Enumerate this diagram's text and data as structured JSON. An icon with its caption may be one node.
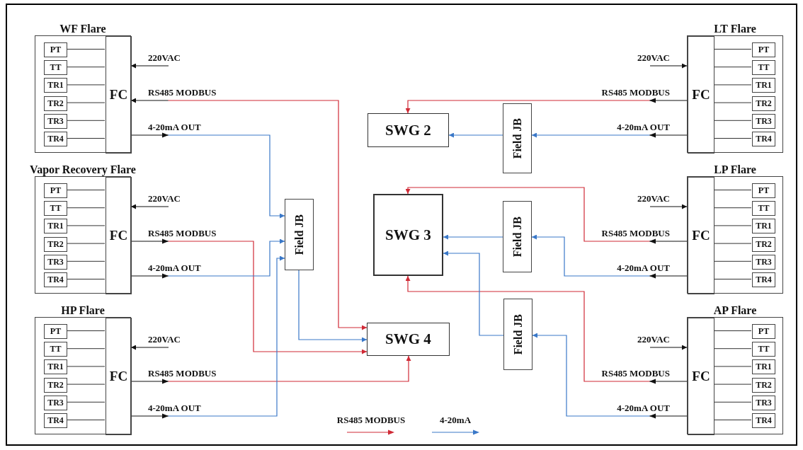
{
  "diagram": {
    "nodes": [
      {
        "text": [
          "WF Flare"
        ]
      },
      {
        "text": [
          "FC"
        ],
        "in": 0
      },
      {
        "text": [
          "PT"
        ],
        "in": 0
      },
      {
        "text": [
          "TT"
        ],
        "in": 0
      },
      {
        "text": [
          "TR1"
        ],
        "in": 0
      },
      {
        "text": [
          "TR2"
        ],
        "in": 0
      },
      {
        "text": [
          "TR3"
        ],
        "in": 0
      },
      {
        "text": [
          "TR4"
        ],
        "in": 0
      },
      {
        "text": [
          "LT Flare"
        ]
      },
      {
        "text": [
          "FC"
        ],
        "in": 8
      },
      {
        "text": [
          "PT"
        ],
        "in": 8
      },
      {
        "text": [
          "TT"
        ],
        "in": 8
      },
      {
        "text": [
          "TR1"
        ],
        "in": 8
      },
      {
        "text": [
          "TR2"
        ],
        "in": 8
      },
      {
        "text": [
          "TR3"
        ],
        "in": 8
      },
      {
        "text": [
          "TR4"
        ],
        "in": 8
      },
      {
        "text": [
          "SWG 2"
        ]
      },
      {
        "text": [
          "Field JB"
        ]
      },
      {
        "text": [
          "Vapor Recovery Flare"
        ]
      },
      {
        "text": [
          "FC"
        ],
        "in": 18
      },
      {
        "text": [
          "PT"
        ],
        "in": 18
      },
      {
        "text": [
          "TT"
        ],
        "in": 18
      },
      {
        "text": [
          "TR1"
        ],
        "in": 18
      },
      {
        "text": [
          "TR2"
        ],
        "in": 18
      },
      {
        "text": [
          "TR3"
        ],
        "in": 18
      },
      {
        "text": [
          "TR4"
        ],
        "in": 18
      },
      {
        "text": [
          "Field JB"
        ]
      },
      {
        "text": [
          "SWG 3"
        ]
      },
      {
        "text": [
          "Field JB"
        ]
      },
      {
        "text": [
          "LP Flare"
        ]
      },
      {
        "text": [
          "FC"
        ],
        "in": 29
      },
      {
        "text": [
          "PT"
        ],
        "in": 29
      },
      {
        "text": [
          "TT"
        ],
        "in": 29
      },
      {
        "text": [
          "TR1"
        ],
        "in": 29
      },
      {
        "text": [
          "TR2"
        ],
        "in": 29
      },
      {
        "text": [
          "TR3"
        ],
        "in": 29
      },
      {
        "text": [
          "TR4"
        ],
        "in": 29
      },
      {
        "text": [
          "HP Flare"
        ]
      },
      {
        "text": [
          "FC"
        ],
        "in": 37
      },
      {
        "text": [
          "PT"
        ],
        "in": 37
      },
      {
        "text": [
          "TT"
        ],
        "in": 37
      },
      {
        "text": [
          "TR1"
        ],
        "in": 37
      },
      {
        "text": [
          "TR2"
        ],
        "in": 37
      },
      {
        "text": [
          "TR3"
        ],
        "in": 37
      },
      {
        "text": [
          "TR4"
        ],
        "in": 37
      },
      {
        "text": [
          "SWG 4"
        ]
      },
      {
        "text": [
          "Field JB"
        ]
      },
      {
        "text": [
          "AP Flare"
        ]
      },
      {
        "text": [
          "FC"
        ],
        "in": 47
      },
      {
        "text": [
          "PT"
        ],
        "in": 47
      },
      {
        "text": [
          "TT"
        ],
        "in": 47
      },
      {
        "text": [
          "TR1"
        ],
        "in": 47
      },
      {
        "text": [
          "TR2"
        ],
        "in": 47
      },
      {
        "text": [
          "TR3"
        ],
        "in": 47
      },
      {
        "text": [
          "TR4"
        ],
        "in": 47
      }
    ],
    "edges": [
      {
        "from": 2,
        "to": 1,
        "arrow": "none"
      },
      {
        "from": 3,
        "to": 1,
        "arrow": "none"
      },
      {
        "from": 4,
        "to": 1,
        "arrow": "none"
      },
      {
        "from": 5,
        "to": 1,
        "arrow": "none"
      },
      {
        "from": 6,
        "to": 1,
        "arrow": "none"
      },
      {
        "from": 7,
        "to": 1,
        "arrow": "none"
      },
      {
        "from": 10,
        "to": 9,
        "arrow": "none"
      },
      {
        "from": 11,
        "to": 9,
        "arrow": "none"
      },
      {
        "from": 12,
        "to": 9,
        "arrow": "none"
      },
      {
        "from": 13,
        "to": 9,
        "arrow": "none"
      },
      {
        "from": 14,
        "to": 9,
        "arrow": "none"
      },
      {
        "from": 15,
        "to": 9,
        "arrow": "none"
      },
      {
        "from": 20,
        "to": 19,
        "arrow": "none"
      },
      {
        "from": 21,
        "to": 19,
        "arrow": "none"
      },
      {
        "from": 22,
        "to": 19,
        "arrow": "none"
      },
      {
        "from": 23,
        "to": 19,
        "arrow": "none"
      },
      {
        "from": 24,
        "to": 19,
        "arrow": "none"
      },
      {
        "from": 25,
        "to": 19,
        "arrow": "none"
      },
      {
        "from": 31,
        "to": 30,
        "arrow": "none"
      },
      {
        "from": 32,
        "to": 30,
        "arrow": "none"
      },
      {
        "from": 33,
        "to": 30,
        "arrow": "none"
      },
      {
        "from": 34,
        "to": 30,
        "arrow": "none"
      },
      {
        "from": 35,
        "to": 30,
        "arrow": "none"
      },
      {
        "from": 36,
        "to": 30,
        "arrow": "none"
      },
      {
        "from": 39,
        "to": 38,
        "arrow": "none"
      },
      {
        "from": 40,
        "to": 38,
        "arrow": "none"
      },
      {
        "from": 41,
        "to": 38,
        "arrow": "none"
      },
      {
        "from": 42,
        "to": 38,
        "arrow": "none"
      },
      {
        "from": 43,
        "to": 38,
        "arrow": "none"
      },
      {
        "from": 44,
        "to": 38,
        "arrow": "none"
      },
      {
        "from": 49,
        "to": 48,
        "arrow": "none"
      },
      {
        "from": 50,
        "to": 48,
        "arrow": "none"
      },
      {
        "from": 51,
        "to": 48,
        "arrow": "none"
      },
      {
        "from": 52,
        "to": 48,
        "arrow": "none"
      },
      {
        "from": 53,
        "to": 48,
        "arrow": "none"
      },
      {
        "from": 54,
        "to": 48,
        "arrow": "none"
      },
      {
        "from": null,
        "to": 1,
        "arrow": "to",
        "label": "220VAC"
      },
      {
        "from": null,
        "to": 9,
        "arrow": "to",
        "label": "220VAC"
      },
      {
        "from": null,
        "to": 19,
        "arrow": "to",
        "label": "220VAC"
      },
      {
        "from": null,
        "to": 30,
        "arrow": "to",
        "label": "220VAC"
      },
      {
        "from": null,
        "to": 38,
        "arrow": "to",
        "label": "220VAC"
      },
      {
        "from": null,
        "to": 48,
        "arrow": "to",
        "label": "220VAC"
      },
      {
        "from": 1,
        "to": 45,
        "arrow": "both",
        "label": "RS485 MODBUS",
        "color": "#d02a36"
      },
      {
        "from": 1,
        "to": 26,
        "arrow": "to",
        "label": "4-20mA OUT",
        "color": "#3a78c8"
      },
      {
        "from": 9,
        "to": 16,
        "arrow": "to",
        "label": "RS485 MODBUS",
        "color": "#d02a36"
      },
      {
        "from": 9,
        "to": 17,
        "arrow": "to",
        "label": "4-20mA OUT",
        "color": "#3a78c8"
      },
      {
        "from": 17,
        "to": 16,
        "arrow": "to",
        "color": "#3a78c8"
      },
      {
        "from": 19,
        "to": 45,
        "arrow": "to",
        "label": "RS485 MODBUS",
        "color": "#d02a36"
      },
      {
        "from": 19,
        "to": 26,
        "arrow": "to",
        "label": "4-20mA OUT",
        "color": "#3a78c8"
      },
      {
        "from": 26,
        "to": 45,
        "arrow": "to",
        "color": "#3a78c8"
      },
      {
        "from": 30,
        "to": 27,
        "arrow": "to",
        "label": "RS485 MODBUS",
        "color": "#d02a36"
      },
      {
        "from": 30,
        "to": 28,
        "arrow": "to",
        "label": "4-20mA OUT",
        "color": "#3a78c8"
      },
      {
        "from": 28,
        "to": 27,
        "arrow": "to",
        "color": "#3a78c8"
      },
      {
        "from": 38,
        "to": 45,
        "arrow": "to",
        "label": "RS485 MODBUS",
        "color": "#d02a36"
      },
      {
        "from": 38,
        "to": 26,
        "arrow": "to",
        "label": "4-20mA OUT",
        "color": "#3a78c8"
      },
      {
        "from": 48,
        "to": 27,
        "arrow": "to",
        "label": "RS485 MODBUS",
        "color": "#d02a36"
      },
      {
        "from": 48,
        "to": 46,
        "arrow": "to",
        "label": "4-20mA OUT",
        "color": "#3a78c8"
      },
      {
        "from": 46,
        "to": 27,
        "arrow": "to",
        "color": "#3a78c8"
      }
    ],
    "legend": [
      {
        "text": "RS485 MODBUS"
      },
      {
        "text": "4-20mA"
      }
    ]
  }
}
